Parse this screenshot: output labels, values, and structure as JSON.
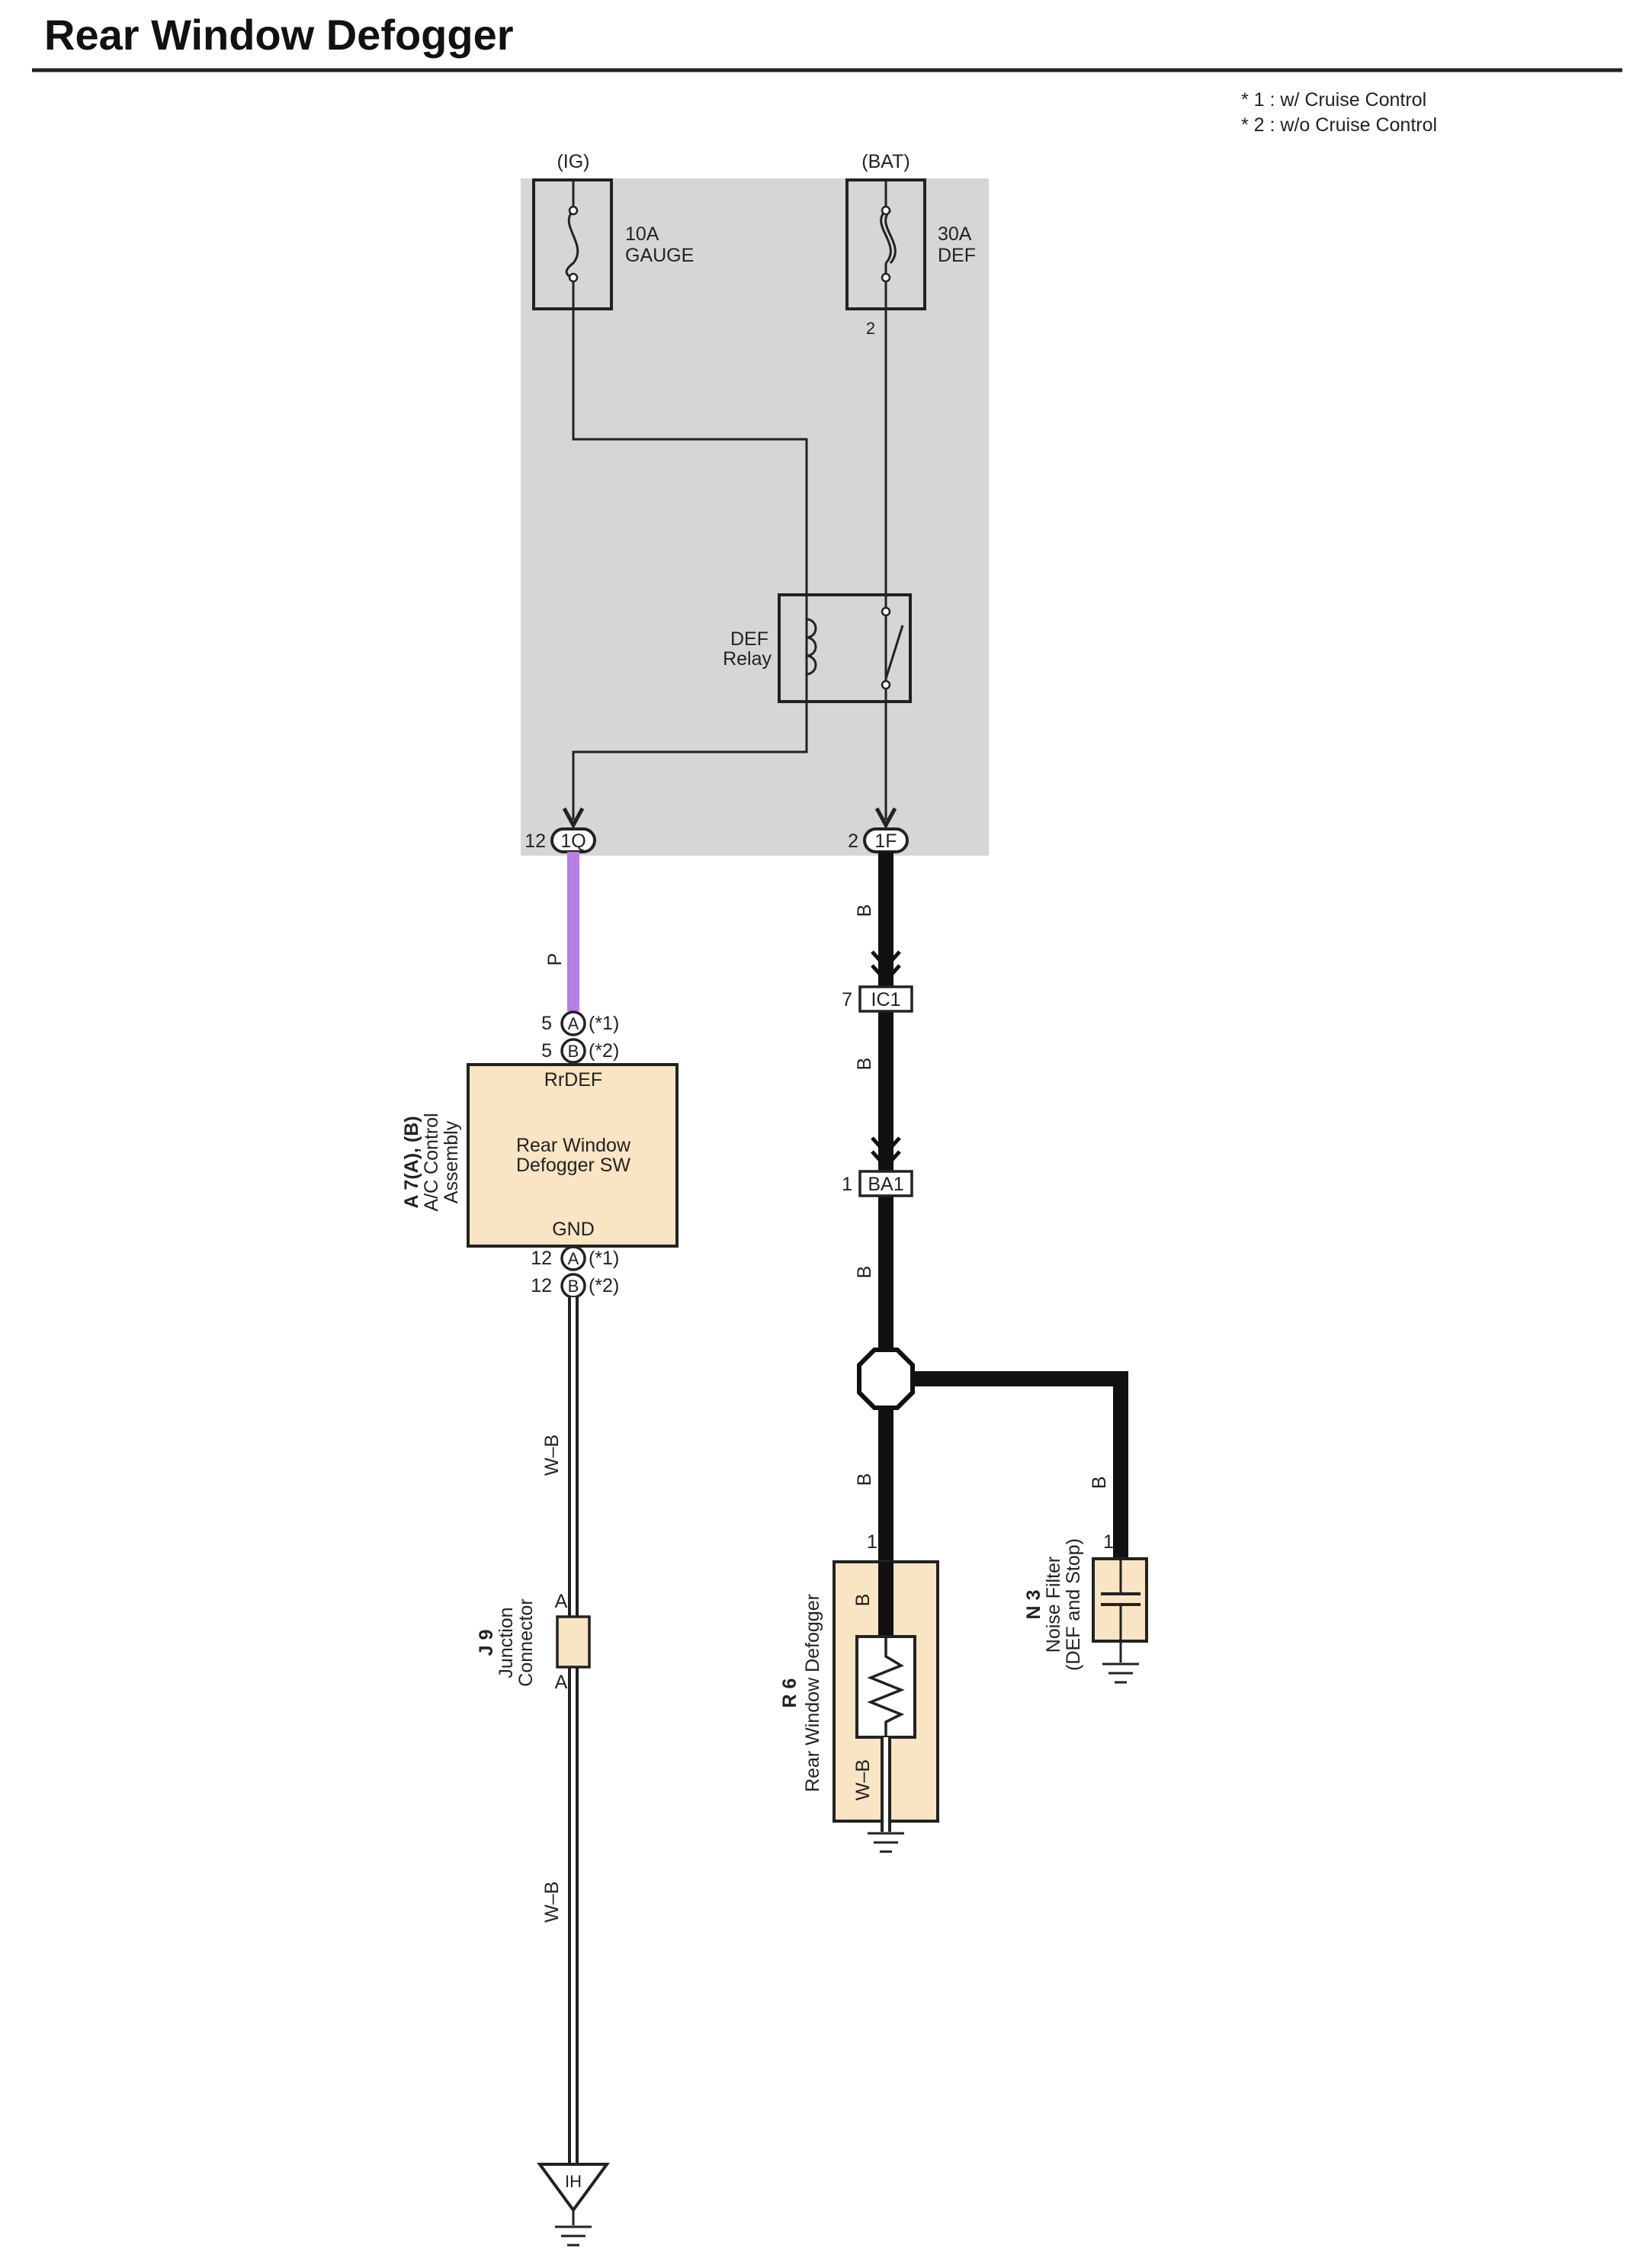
{
  "title": "Rear Window Defogger",
  "notes": [
    "* 1 : w/ Cruise Control",
    "* 2 : w/o Cruise Control"
  ],
  "power_sources": {
    "ig": "(IG)",
    "bat": "(BAT)"
  },
  "fuses": [
    {
      "amp": "10A",
      "name": "GAUGE"
    },
    {
      "amp": "30A",
      "name": "DEF"
    }
  ],
  "fuse_def_pin": "2",
  "relay": {
    "line1": "DEF",
    "line2": "Relay"
  },
  "junction_block_connectors": [
    {
      "pin": "12",
      "id": "1Q"
    },
    {
      "pin": "2",
      "id": "1F"
    }
  ],
  "wire_colors": {
    "p": "P",
    "b": "B",
    "wb": "W–B"
  },
  "inline_connectors": [
    {
      "pin": "7",
      "id": "IC1"
    },
    {
      "pin": "1",
      "id": "BA1"
    }
  ],
  "ac_control": {
    "ref": "A 7(A), (B)",
    "name_line1": "A/C Control",
    "name_line2": "Assembly",
    "sw_line1": "Rear Window",
    "sw_line2": "Defogger SW",
    "pin_top": "RrDEF",
    "pin_bottom": "GND",
    "conn_top": [
      {
        "pin": "5",
        "conn": "A",
        "note": "(*1)"
      },
      {
        "pin": "5",
        "conn": "B",
        "note": "(*2)"
      }
    ],
    "conn_bottom": [
      {
        "pin": "12",
        "conn": "A",
        "note": "(*1)"
      },
      {
        "pin": "12",
        "conn": "B",
        "note": "(*2)"
      }
    ]
  },
  "junction_connector": {
    "ref": "J 9",
    "line1": "Junction",
    "line2": "Connector",
    "pin": "A"
  },
  "ground_point": "IH",
  "defogger": {
    "ref": "R 6",
    "name": "Rear Window Defogger",
    "pin": "1"
  },
  "noise_filter": {
    "ref": "N 3",
    "line1": "Noise Filter",
    "line2": "(DEF and Stop)",
    "pin": "1"
  },
  "colors": {
    "jb_fill": "#d6d6d6",
    "component_fill": "#f9e4c4",
    "wire_p": "#b77ee6",
    "wire_b": "#111111",
    "line": "#222222"
  }
}
